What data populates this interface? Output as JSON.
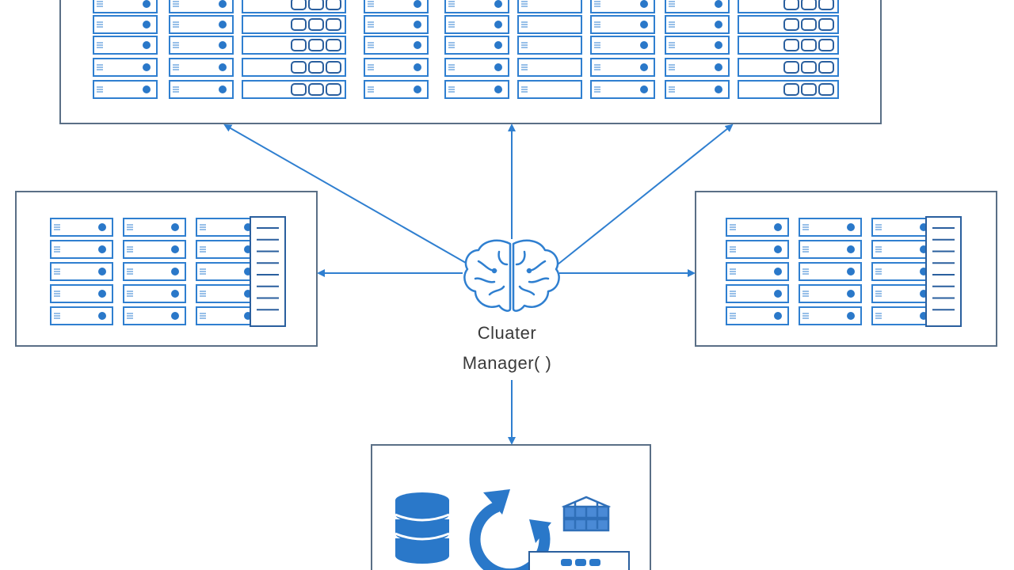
{
  "diagram": {
    "center_node": {
      "icon": "brain-icon",
      "label_line1": "Cluater",
      "label_line2": "Manager( )"
    },
    "nodes": [
      {
        "id": "top-server-cluster",
        "icon": "server-rack-icon"
      },
      {
        "id": "left-server-cluster",
        "icon": "server-rack-icon"
      },
      {
        "id": "right-server-cluster",
        "icon": "server-rack-icon"
      },
      {
        "id": "bottom-storage-node",
        "icons": [
          "database-icon",
          "refresh-arrow-icon",
          "storage-stack-icon",
          "device-icon"
        ]
      }
    ],
    "colors": {
      "stroke": "#2f7fd0",
      "accent": "#2a78c9",
      "frame": "#5a6f86",
      "text": "#3a3a3a"
    }
  }
}
